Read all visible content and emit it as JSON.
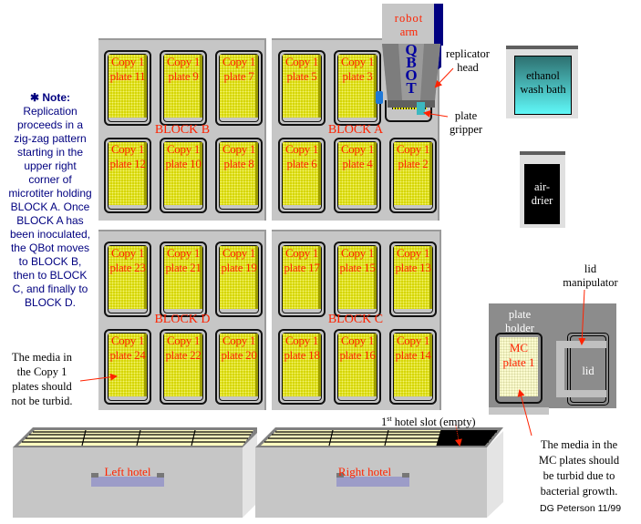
{
  "note": {
    "title": "✱ Note:",
    "lines": [
      "Replication",
      "proceeds in a",
      "zig-zag pattern",
      "starting in the",
      "upper right",
      "corner of",
      "microtiter holding",
      "BLOCK A.  Once",
      "BLOCK A has",
      "been inoculated,",
      "the QBot moves",
      "to BLOCK B,",
      "then to BLOCK",
      "C, and finally to",
      "BLOCK D."
    ]
  },
  "blocks": {
    "B": {
      "label": "BLOCK B",
      "plates": [
        "Copy 1|plate 11",
        "Copy 1|plate 9",
        "Copy 1|plate 7",
        "Copy 1|plate 12",
        "Copy 1|plate 10",
        "Copy 1|plate 8"
      ]
    },
    "A": {
      "label": "BLOCK A",
      "plates": [
        "Copy 1|plate 5",
        "Copy 1|plate 3",
        "",
        "Copy 1|plate 6",
        "Copy 1|plate 4",
        "Copy 1|plate 2"
      ]
    },
    "D": {
      "label": "BLOCK D",
      "plates": [
        "Copy 1|plate 23",
        "Copy 1|plate 21",
        "Copy 1|plate 19",
        "Copy 1|plate 24",
        "Copy 1|plate 22",
        "Copy 1|plate 20"
      ]
    },
    "C": {
      "label": "BLOCK C",
      "plates": [
        "Copy 1|plate 17",
        "Copy 1|plate 15",
        "Copy 1|plate 13",
        "Copy 1|plate 18",
        "Copy 1|plate 16",
        "Copy 1|plate 14"
      ]
    }
  },
  "robot": {
    "arm_l1": "robot",
    "arm_l2": "arm",
    "qbot": [
      "Q",
      "B",
      "O",
      "T"
    ]
  },
  "labels": {
    "replicator_head_l1": "replicator",
    "replicator_head_l2": "head",
    "plate_gripper_l1": "plate",
    "plate_gripper_l2": "gripper",
    "ethanol_l1": "ethanol",
    "ethanol_l2": "wash bath",
    "airdrier_l1": "air-",
    "airdrier_l2": "drier",
    "lid_manip_l1": "lid",
    "lid_manip_l2": "manipulator",
    "plate_holder_l1": "plate",
    "plate_holder_l2": "holder",
    "mc_l1": "MC",
    "mc_l2": "plate 1",
    "lid": "lid",
    "copy1_media": [
      "The media in",
      "the Copy 1",
      "plates should",
      "not be turbid."
    ],
    "mc_media": [
      "The media in the",
      "MC plates should",
      "be turbid due to",
      "bacterial growth."
    ],
    "hotel_slot_sup": "st",
    "hotel_slot_pre": "1",
    "hotel_slot_post": " hotel slot (empty)",
    "left_hotel": "Left hotel",
    "right_hotel": "Right hotel",
    "credit": "DG Peterson 11/99"
  },
  "colors": {
    "label_red": "#ff2200",
    "note_blue": "#000080",
    "media_yellow": "#d4d400",
    "panel_gray": "#c6c6c6",
    "qbot_blue": "#0000a0"
  }
}
